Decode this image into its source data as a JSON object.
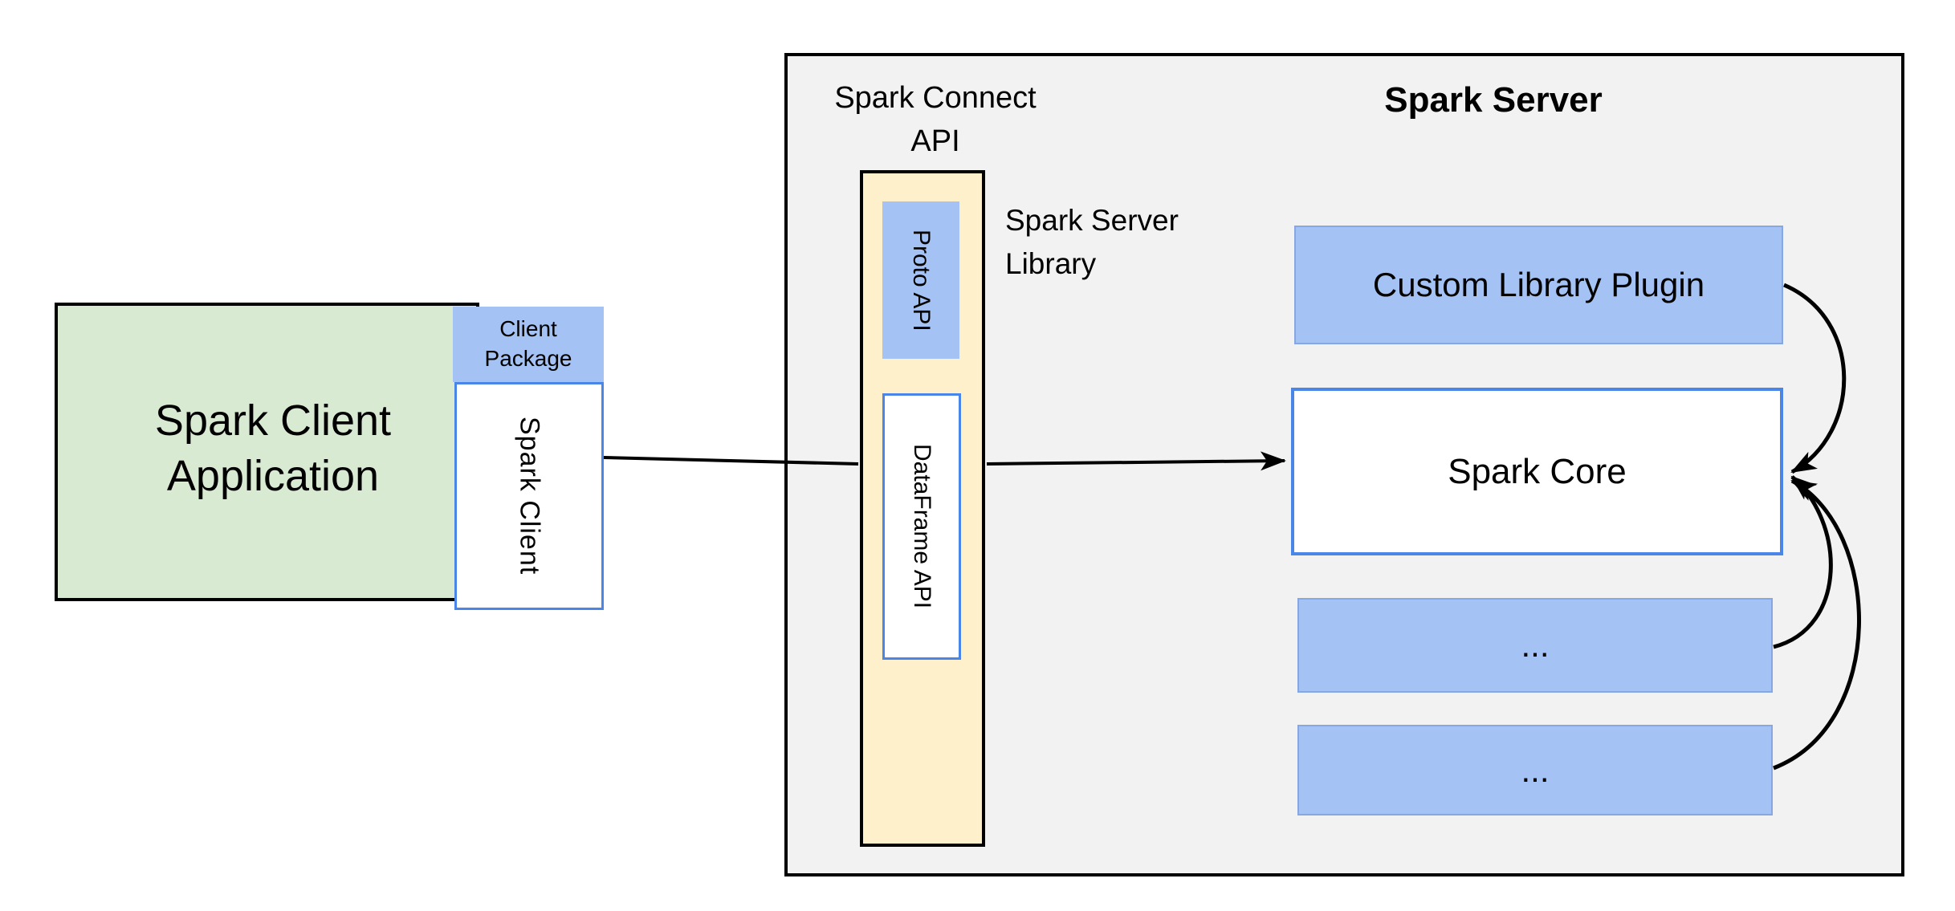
{
  "diagram": {
    "client": {
      "app_label_line1": "Spark Client",
      "app_label_line2": "Application",
      "package_label_line1": "Client",
      "package_label_line2": "Package",
      "spark_client_label": "Spark Client"
    },
    "connect": {
      "api_label_line1": "Spark Connect",
      "api_label_line2": "API",
      "proto_api_label": "Proto API",
      "dataframe_api_label": "DataFrame API",
      "server_library_label_line1": "Spark Server",
      "server_library_label_line2": "Library"
    },
    "server": {
      "title": "Spark Server",
      "custom_plugin_label": "Custom Library Plugin",
      "spark_core_label": "Spark Core",
      "ellipsis_box1_label": "...",
      "ellipsis_box2_label": "..."
    },
    "colors": {
      "client_app_fill": "#d9ead3",
      "package_fill": "#a4c2f4",
      "connect_column_fill": "#fdf0cb",
      "container_fill": "#f2f2f2",
      "box_border_blue": "#4a86e8",
      "outline_black": "#000000"
    }
  }
}
